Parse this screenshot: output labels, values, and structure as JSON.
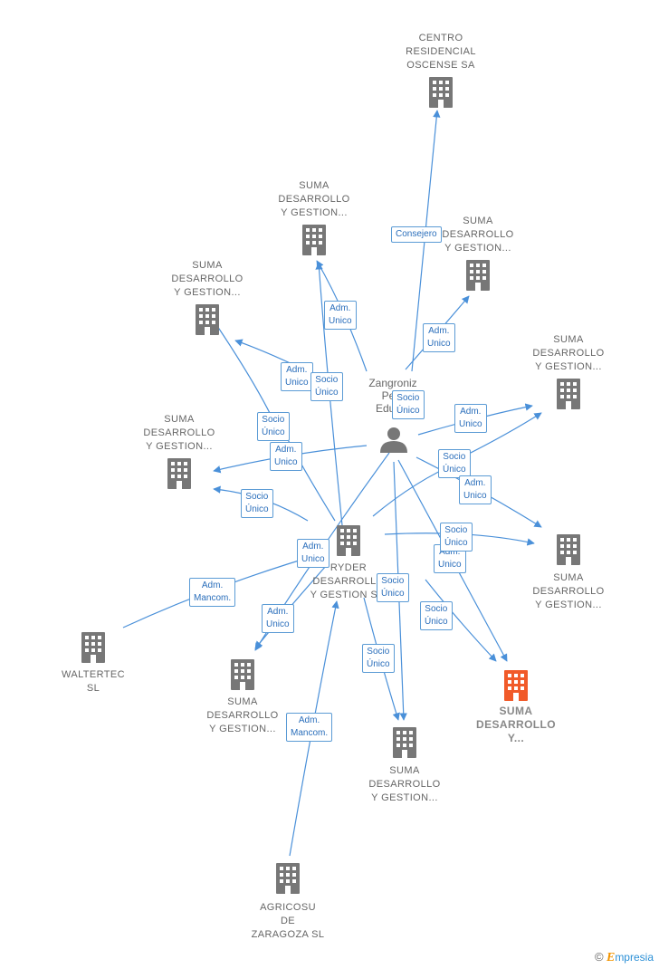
{
  "center": {
    "label_lines": [
      "Zangroniz",
      "Pe...",
      "Edua..."
    ],
    "icon": "person-icon"
  },
  "nodes": [
    {
      "id": "centro",
      "lines": [
        "CENTRO",
        "RESIDENCIAL",
        "OSCENSE SA"
      ],
      "icon": "building-icon"
    },
    {
      "id": "suma1",
      "lines": [
        "SUMA",
        "DESARROLLO",
        "Y GESTION..."
      ],
      "icon": "building-icon"
    },
    {
      "id": "suma2",
      "lines": [
        "SUMA",
        "DESARROLLO",
        "Y GESTION..."
      ],
      "icon": "building-icon"
    },
    {
      "id": "suma3",
      "lines": [
        "SUMA",
        "DESARROLLO",
        "Y GESTION..."
      ],
      "icon": "building-icon"
    },
    {
      "id": "suma4",
      "lines": [
        "SUMA",
        "DESARROLLO",
        "Y GESTION..."
      ],
      "icon": "building-icon"
    },
    {
      "id": "suma5",
      "lines": [
        "SUMA",
        "DESARROLLO",
        "Y GESTION..."
      ],
      "icon": "building-icon"
    },
    {
      "id": "suma6",
      "lines": [
        "SUMA",
        "DESARROLLO",
        "Y GESTION..."
      ],
      "icon": "building-icon"
    },
    {
      "id": "ryder",
      "lines": [
        "RYDER",
        "DESARROLLO",
        "Y GESTION S..."
      ],
      "icon": "building-icon"
    },
    {
      "id": "walter",
      "lines": [
        "WALTERTEC",
        "SL"
      ],
      "icon": "building-icon"
    },
    {
      "id": "suma7",
      "lines": [
        "SUMA",
        "DESARROLLO",
        "Y GESTION..."
      ],
      "icon": "building-icon"
    },
    {
      "id": "suma8",
      "lines": [
        "SUMA",
        "DESARROLLO",
        "Y GESTION..."
      ],
      "icon": "building-icon"
    },
    {
      "id": "sumaHL",
      "lines": [
        "SUMA",
        "DESARROLLO",
        "Y..."
      ],
      "icon": "building-icon",
      "highlight": true
    },
    {
      "id": "agricosu",
      "lines": [
        "AGRICOSU",
        "DE",
        "ZARAGOZA SL"
      ],
      "icon": "building-icon"
    }
  ],
  "edge_labels": [
    {
      "text": "Consejero"
    },
    {
      "text": "Adm.\nUnico"
    },
    {
      "text": "Adm.\nUnico"
    },
    {
      "text": "Adm.\nUnico"
    },
    {
      "text": "Socio\nÚnico"
    },
    {
      "text": "Socio\nÚnico"
    },
    {
      "text": "Adm.\nUnico"
    },
    {
      "text": "Socio\nÚnico"
    },
    {
      "text": "Adm.\nUnico"
    },
    {
      "text": "Socio\nÚnico"
    },
    {
      "text": "Socio\nÚnico"
    },
    {
      "text": "Adm.\nUnico"
    },
    {
      "text": "Adm.\nUnico"
    },
    {
      "text": "Socio\nÚnico"
    },
    {
      "text": "Adm.\nUnico"
    },
    {
      "text": "Adm.\nMancom."
    },
    {
      "text": "Socio\nÚnico"
    },
    {
      "text": "Adm.\nUnico"
    },
    {
      "text": "Socio\nÚnico"
    },
    {
      "text": "Socio\nÚnico"
    },
    {
      "text": "Adm.\nMancom."
    }
  ],
  "colors": {
    "edge": "#4a90d9",
    "node": "#777777",
    "highlight": "#f15a29"
  },
  "brand": {
    "copyright": "©",
    "e": "E",
    "name": "mpresia"
  }
}
